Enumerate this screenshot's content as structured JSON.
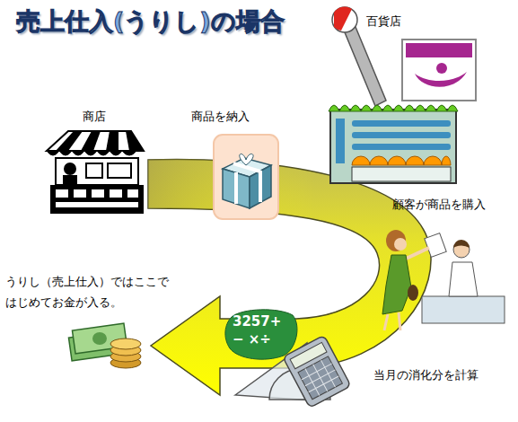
{
  "diagram": {
    "title": "売上仕入(うりし)の場合",
    "nodes": [
      {
        "text": [
          "3257+− ×÷"
        ]
      }
    ],
    "labels": [
      "百貨店",
      "商店",
      "商品を納入",
      "顧客が商品を購入",
      "うりし（売上仕入）ではここで はじめてお金が入る。",
      "当月の消化分を計算"
    ]
  }
}
